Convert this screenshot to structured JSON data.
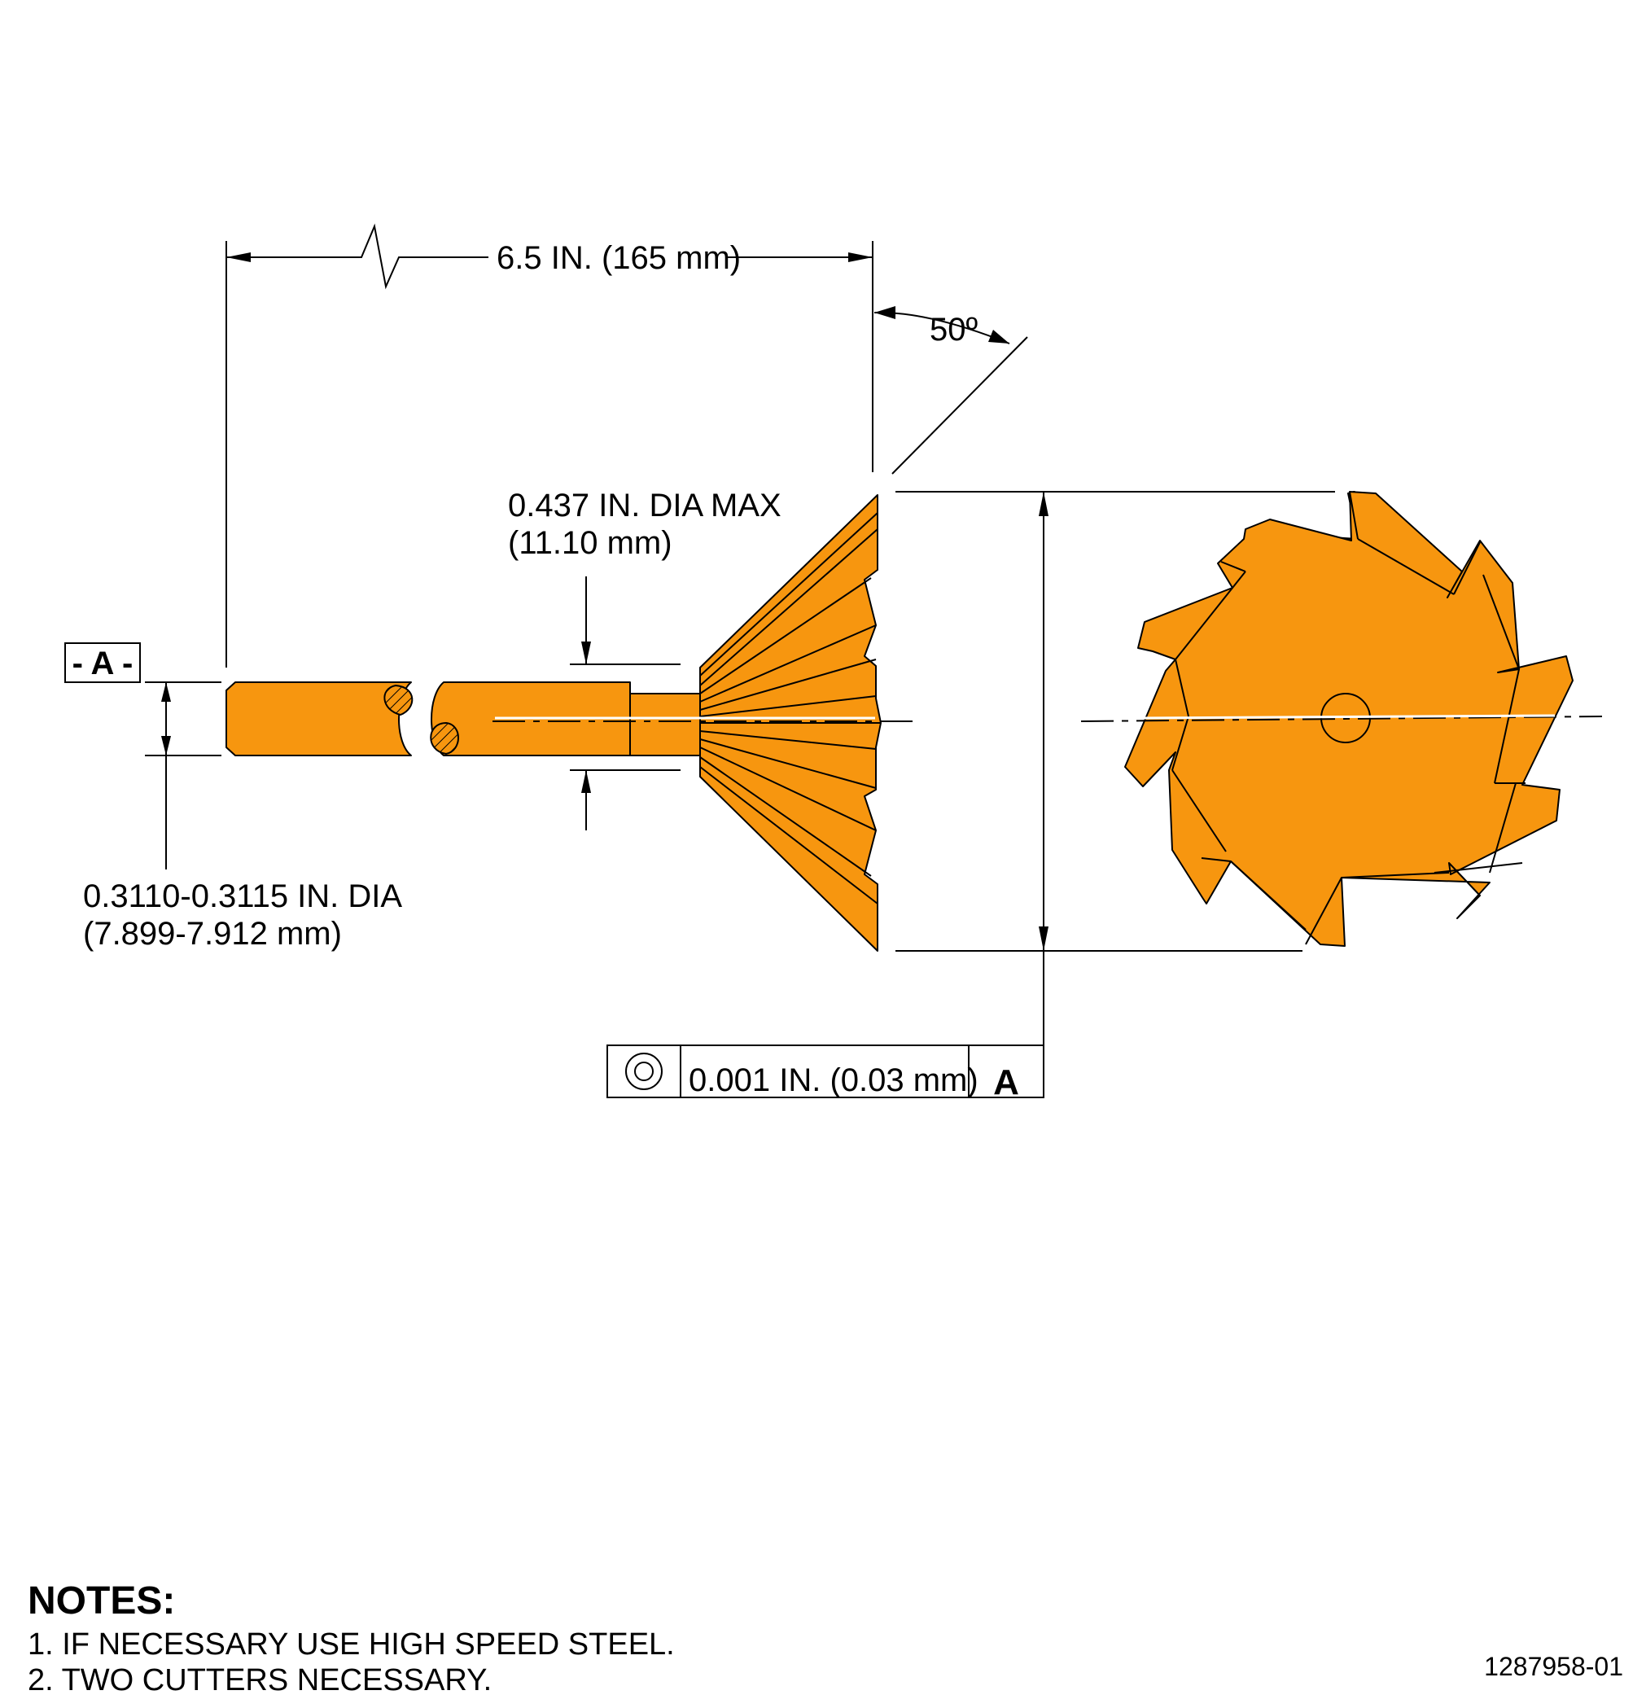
{
  "dimensions": {
    "length": "6.5 IN. (165 mm)",
    "angle": "50º",
    "neck_dia_in": "0.437 IN. DIA MAX",
    "neck_dia_mm": "(11.10 mm)",
    "shank_dia_in": "0.3110-0.3115 IN. DIA",
    "shank_dia_mm": "(7.899-7.912 mm)"
  },
  "datum": {
    "label": "- A -"
  },
  "tolerance_frame": {
    "symbol": "concentricity-icon",
    "value": "0.001 IN. (0.03 mm)",
    "datum_ref": "A"
  },
  "notes": {
    "heading": "NOTES:",
    "items": [
      "1. IF NECESSARY USE HIGH SPEED STEEL.",
      "2. TWO CUTTERS NECESSARY."
    ]
  },
  "document_number": "1287958-01",
  "colors": {
    "part_fill": "#F7960F",
    "line": "#000000",
    "background": "#FFFFFF"
  }
}
